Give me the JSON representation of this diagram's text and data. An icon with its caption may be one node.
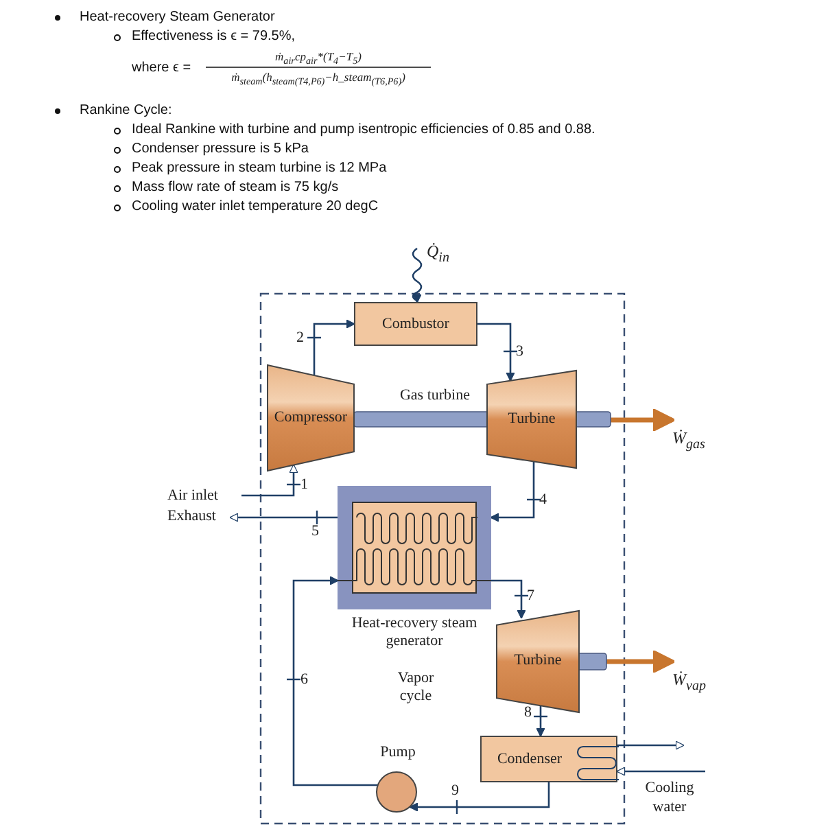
{
  "diagram": {
    "nodes": [
      {
        "text": [
          "Combustor"
        ]
      },
      {
        "text": [
          "Compressor"
        ]
      },
      {
        "text": [
          "Turbine"
        ]
      },
      {
        "text": [
          "Heat-recovery steam generator"
        ]
      },
      {
        "text": [
          "Turbine"
        ]
      },
      {
        "text": [
          "Condenser"
        ]
      },
      {
        "text": [
          "Pump"
        ]
      },
      {
        "text": [
          "Q̇$_{in}$"
        ]
      },
      {
        "text": [
          "Air inlet"
        ]
      },
      {
        "text": [
          "Exhaust"
        ]
      },
      {
        "text": [
          "Ẇ$_{gas}$"
        ]
      },
      {
        "text": [
          "Ẇ$_{vap}$"
        ]
      },
      {
        "text": [
          "Cooling water"
        ]
      }
    ],
    "edges": [
      {
        "from": 1,
        "to": 0,
        "arrow": "to",
        "label": "2"
      },
      {
        "from": 0,
        "to": 2,
        "arrow": "to",
        "label": "3"
      },
      {
        "from": 2,
        "to": 3,
        "arrow": "to",
        "label": "4"
      },
      {
        "from": 3,
        "to": 9,
        "arrow": "to",
        "label": "5"
      },
      {
        "from": 8,
        "to": 1,
        "arrow": "to",
        "label": "1"
      },
      {
        "from": 3,
        "to": 4,
        "arrow": "to",
        "label": "7"
      },
      {
        "from": 4,
        "to": 5,
        "arrow": "to",
        "label": "8"
      },
      {
        "from": 5,
        "to": 6,
        "arrow": "to",
        "label": "9"
      },
      {
        "from": 6,
        "to": 3,
        "arrow": "to",
        "label": "6"
      },
      {
        "from": 7,
        "to": 0,
        "arrow": "to"
      },
      {
        "from": 2,
        "to": 10,
        "arrow": "to",
        "style": "thick",
        "color": "#c8762e"
      },
      {
        "from": 4,
        "to": 11,
        "arrow": "to",
        "style": "thick",
        "color": "#c8762e"
      },
      {
        "from": 12,
        "to": 5,
        "arrow": "to"
      },
      {
        "from": 5,
        "to": 12,
        "arrow": "to"
      }
    ],
    "labels": [
      "Heat-recovery Steam Generator",
      "Effectiveness is ϵ = 79.5%,",
      "where ϵ =",
      "ṁ$_{air}$cp$_{air}$*(T$_{4}$−T$_{5}$)",
      "ṁ$_{steam}$(h$_{steam(T4,P6)}$−h_steam$_{(T6,P6)}$)",
      "Rankine Cycle:",
      "Ideal Rankine with turbine and pump isentropic efficiencies of 0.85 and 0.88.",
      "Condenser pressure is 5 kPa",
      "Peak pressure in steam turbine is 12 MPa",
      "Mass flow rate of steam is 75 kg/s",
      "Cooling water inlet temperature 20 degC",
      "Gas turbine",
      "Vapor cycle"
    ]
  }
}
